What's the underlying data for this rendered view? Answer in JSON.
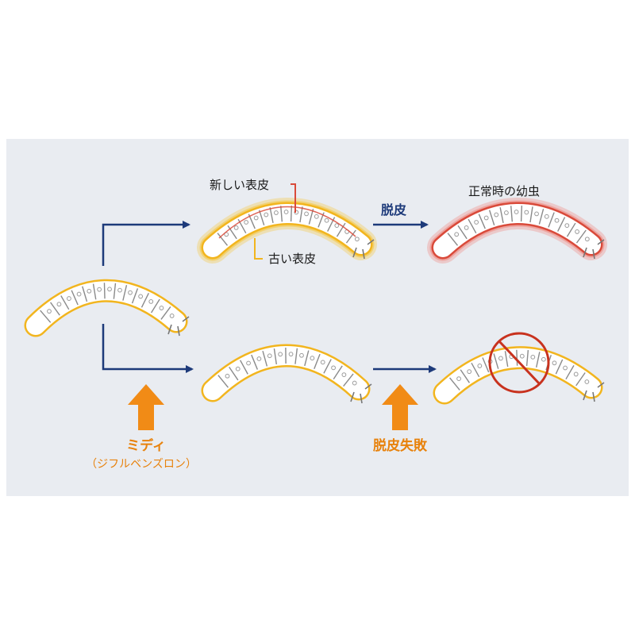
{
  "labels": {
    "new_cuticle": "新しい表皮",
    "old_cuticle": "古い表皮",
    "molting": "脱皮",
    "normal_larva": "正常時の幼虫",
    "product_name": "ミディ",
    "product_ingredient": "（ジフルベンズロン）",
    "molting_failure": "脱皮失敗"
  },
  "colors": {
    "background_panel": "#e9ecf1",
    "arrow_navy": "#1d3a7a",
    "accent_orange": "#e8820c",
    "glow_yellow": "#f5c842",
    "new_cuticle_red": "#d94a3a",
    "prohibit_red": "#c8321e"
  },
  "icons": [
    "larva-icon",
    "up-arrow-icon",
    "prohibit-icon",
    "right-arrow-icon"
  ]
}
